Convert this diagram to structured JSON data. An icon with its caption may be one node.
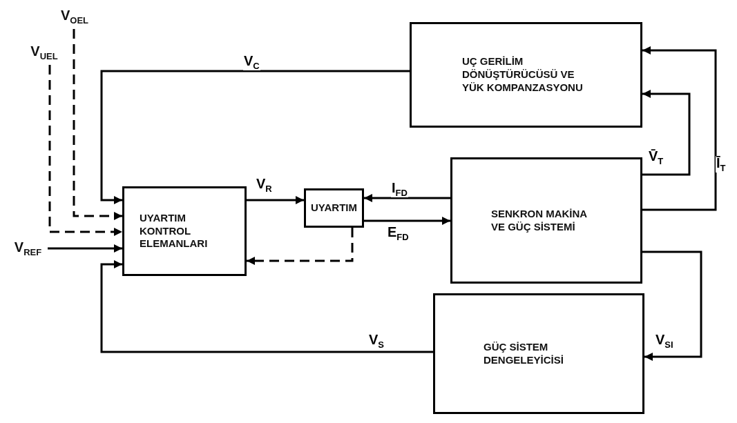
{
  "diagram": {
    "nodes": [
      {
        "text": [
          "UÇ GERİLİM DÖNÜŞTÜRÜCÜSÜ VE YÜK KOMPANZASYONU"
        ]
      },
      {
        "text": [
          "UYARTIM KONTROL ELEMANLARI"
        ]
      },
      {
        "text": [
          "UYARTIM"
        ]
      },
      {
        "text": [
          "SENKRON MAKİNA VE GÜÇ SİSTEMİ"
        ]
      },
      {
        "text": [
          "GÜÇ SİSTEM DENGELEYİCİSİ"
        ]
      },
      {
        "text": [
          "V$_{OEL}$"
        ]
      },
      {
        "text": [
          "V$_{UEL}$"
        ]
      },
      {
        "text": [
          "V$_{REF}$"
        ]
      }
    ],
    "edges": [
      {
        "from": 0,
        "to": 1,
        "arrow": "to",
        "label": "V$_{C}$"
      },
      {
        "from": 5,
        "to": 1,
        "arrow": "to",
        "style": "dashed"
      },
      {
        "from": 6,
        "to": 1,
        "arrow": "to",
        "style": "dashed"
      },
      {
        "from": 7,
        "to": 1,
        "arrow": "to"
      },
      {
        "from": 4,
        "to": 1,
        "arrow": "to",
        "label": "V$_{S}$"
      },
      {
        "from": 1,
        "to": 2,
        "arrow": "to",
        "label": "V$_{R}$"
      },
      {
        "from": 3,
        "to": 2,
        "arrow": "to",
        "label": "I$_{FD}$"
      },
      {
        "from": 2,
        "to": 3,
        "arrow": "to",
        "label": "E$_{FD}$"
      },
      {
        "from": 2,
        "to": 1,
        "arrow": "to",
        "style": "dashed"
      },
      {
        "from": 3,
        "to": 0,
        "arrow": "to",
        "label": "V̄$_{T}$"
      },
      {
        "from": 3,
        "to": 0,
        "arrow": "to",
        "label": "Ī$_{T}$"
      },
      {
        "from": 3,
        "to": 4,
        "arrow": "to",
        "label": "V$_{SI}$"
      }
    ]
  }
}
